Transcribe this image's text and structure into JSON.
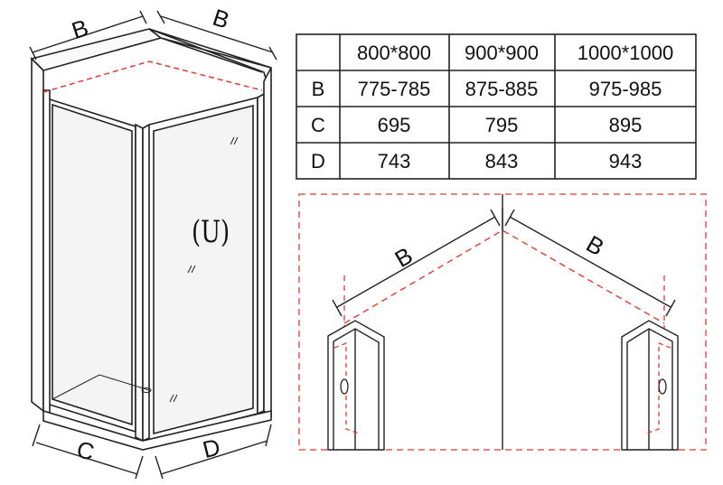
{
  "labels": {
    "B": "B",
    "C": "C",
    "D": "D",
    "door_mark": "(U)"
  },
  "table": {
    "headers": [
      "",
      "800*800",
      "900*900",
      "1000*1000"
    ],
    "rows": [
      {
        "label": "B",
        "values": [
          "775-785",
          "875-885",
          "975-985"
        ]
      },
      {
        "label": "C",
        "values": [
          "695",
          "795",
          "895"
        ]
      },
      {
        "label": "D",
        "values": [
          "743",
          "843",
          "943"
        ]
      }
    ]
  },
  "colors": {
    "line": "#222222",
    "dashed": "#e23b2e",
    "glass": "#f2f2f2"
  }
}
